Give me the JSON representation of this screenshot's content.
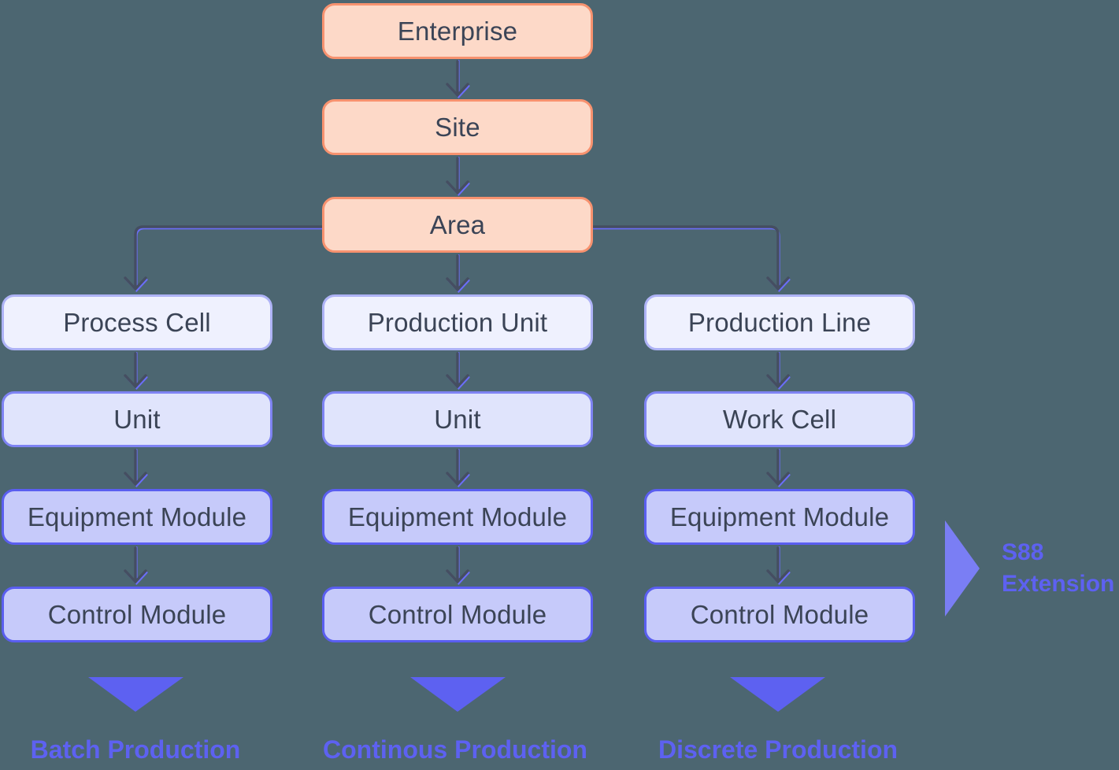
{
  "diagram": {
    "top_chain": [
      "Enterprise",
      "Site",
      "Area"
    ],
    "columns": [
      {
        "levels": [
          "Process Cell",
          "Unit",
          "Equipment Module",
          "Control Module"
        ],
        "footer": "Batch Production"
      },
      {
        "levels": [
          "Production Unit",
          "Unit",
          "Equipment Module",
          "Control Module"
        ],
        "footer": "Continous Production"
      },
      {
        "levels": [
          "Production Line",
          "Work Cell",
          "Equipment Module",
          "Control Module"
        ],
        "footer": "Discrete Production"
      }
    ],
    "s88": {
      "line1": "S88",
      "line2": "Extension"
    }
  },
  "colors": {
    "background": "#4c6671",
    "accent_purple": "#5d61f1",
    "s88_triangle": "#7a7ef4",
    "orange_fill": "#fdd9c8",
    "orange_border": "#f7926f",
    "tier1_fill": "#eff1fe",
    "tier1_border": "#aeb3f6",
    "tier2_fill": "#e0e4fc",
    "tier2_border": "#7e83f3",
    "tier3_fill": "#c6cafa",
    "tier3_border": "#5a5ef0",
    "connector": "#454e61",
    "box_text": "#3b4456"
  }
}
